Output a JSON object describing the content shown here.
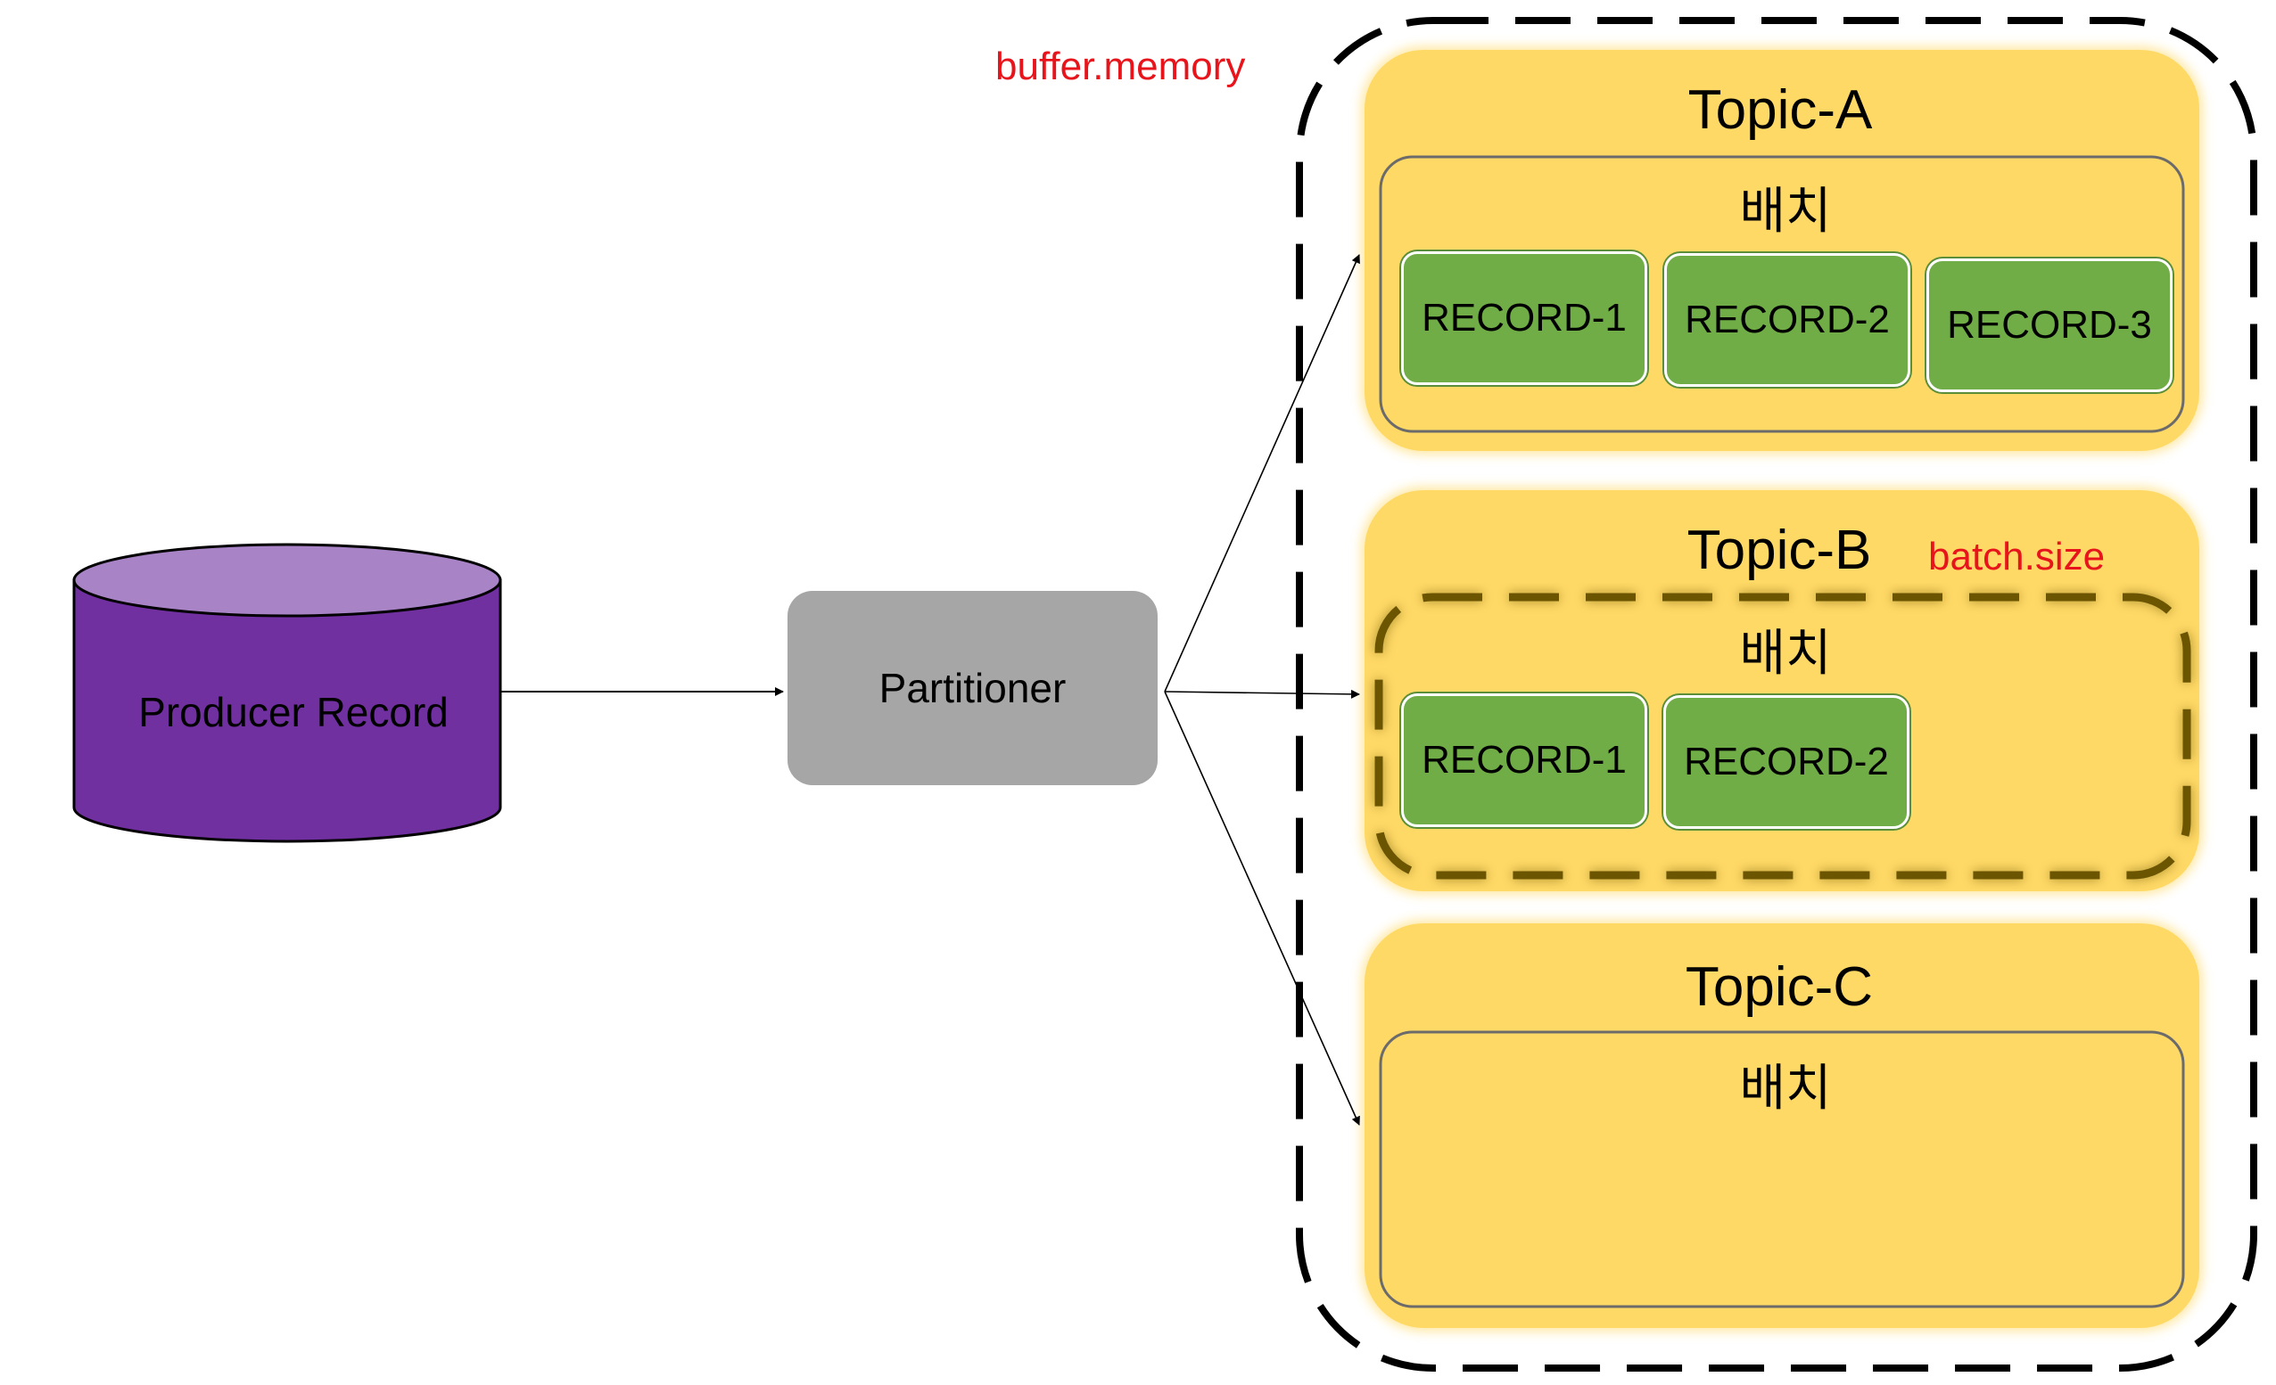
{
  "producer": {
    "label": "Producer Record",
    "body_color": "#7030a0",
    "top_color": "#a883c6"
  },
  "partitioner": {
    "label": "Partitioner",
    "color": "#a6a6a6"
  },
  "buffer": {
    "label": "buffer.memory",
    "label_color": "#e8141c"
  },
  "topics": [
    {
      "title": "Topic-A",
      "batch_label": "배치",
      "records": [
        "RECORD-1",
        "RECORD-2",
        "RECORD-3"
      ]
    },
    {
      "title": "Topic-B",
      "batch_label": "배치",
      "batch_size_label": "batch.size",
      "records": [
        "RECORD-1",
        "RECORD-2"
      ]
    },
    {
      "title": "Topic-C",
      "batch_label": "배치",
      "records": []
    }
  ],
  "colors": {
    "topic_fill": "#ffd966",
    "record_fill": "#70ad47",
    "annotation_red": "#e8141c",
    "batch_size_border": "#6b5500"
  }
}
